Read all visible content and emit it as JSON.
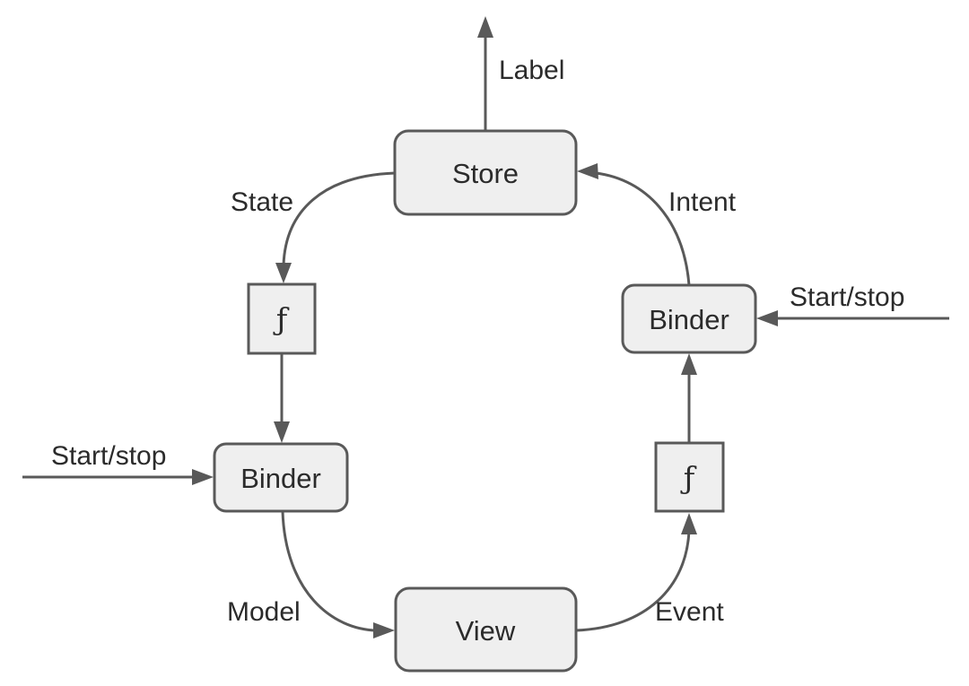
{
  "colors": {
    "node_fill": "#efefef",
    "stroke": "#595959",
    "text": "#2b2b2b",
    "background": "#ffffff"
  },
  "nodes": {
    "store": "Store",
    "binder_right": "Binder",
    "function_right": "ƒ",
    "view": "View",
    "binder_left": "Binder",
    "function_left": "ƒ"
  },
  "edges": {
    "label": "Label",
    "state": "State",
    "intent": "Intent",
    "start_stop_right": "Start/stop",
    "start_stop_left": "Start/stop",
    "model": "Model",
    "event": "Event"
  }
}
